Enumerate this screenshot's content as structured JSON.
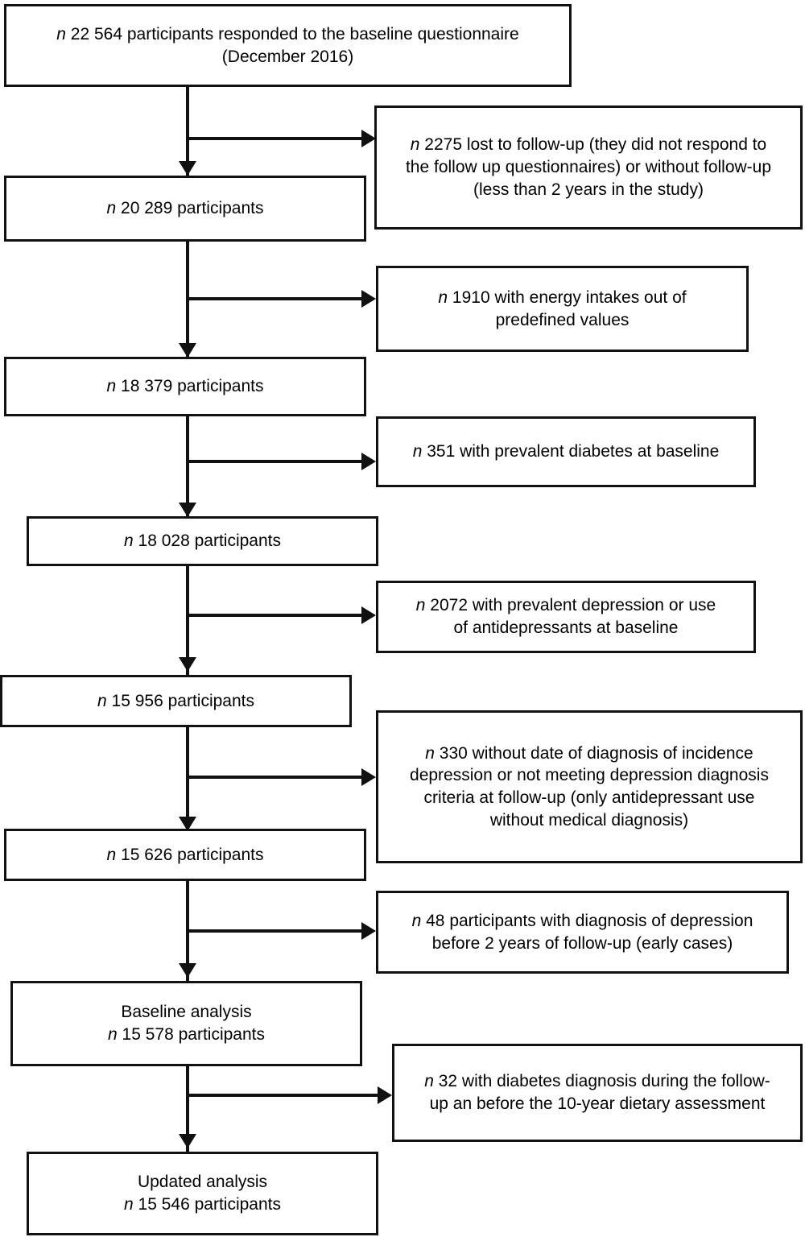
{
  "figure": {
    "type": "flowchart",
    "orientation": "vertical",
    "description": "Participant flow diagram (CONSORT-style) for a cohort study on diet, diabetes and depression",
    "line_color": "#111111",
    "background_color": "#ffffff"
  },
  "flow_boxes": [
    {
      "id": "baseline-respondents",
      "line1": "n 22 564 participants responded to the baseline questionnaire",
      "line2": "(December 2016)",
      "n": 22564
    },
    {
      "id": "after-loss-to-followup",
      "line1": "n 20 289 participants",
      "n": 20289
    },
    {
      "id": "after-energy-exclusion",
      "line1": "n 18 379 participants",
      "n": 18379
    },
    {
      "id": "after-diabetes-exclusion",
      "line1": "n 18 028 participants",
      "n": 18028
    },
    {
      "id": "after-depression-exclusion",
      "line1": "n 15 956 participants",
      "n": 15956
    },
    {
      "id": "after-nodate-exclusion",
      "line1": "n 15 626 participants",
      "n": 15626
    },
    {
      "id": "baseline-analysis",
      "line1": "Baseline analysis",
      "line2": "n 15 578 participants",
      "n": 15578
    },
    {
      "id": "updated-analysis",
      "line1": "Updated analysis",
      "line2": "n 15 546 participants",
      "n": 15546
    }
  ],
  "exclusion_boxes": [
    {
      "id": "lost-to-followup",
      "n": 2275,
      "text": "n 2275 lost to follow-up (they did not respond to\nthe follow up questionnaires) or without follow-up\n(less than 2 years in the study)"
    },
    {
      "id": "energy-intake-out-of-range",
      "n": 1910,
      "text": "n 1910 with energy intakes out of\npredefined values"
    },
    {
      "id": "prevalent-diabetes",
      "n": 351,
      "text": "n 351 with prevalent diabetes at baseline"
    },
    {
      "id": "prevalent-depression",
      "n": 2072,
      "text": "n 2072 with prevalent depression or use\nof antidepressants at baseline"
    },
    {
      "id": "no-diagnosis-date",
      "n": 330,
      "text": "n 330 without date of diagnosis of incidence\ndepression or not meeting depression diagnosis\ncriteria at follow-up (only antidepressant use\nwithout medical diagnosis)"
    },
    {
      "id": "early-cases",
      "n": 48,
      "text": "n 48 participants with diagnosis of depression\nbefore 2 years of follow-up (early cases)"
    },
    {
      "id": "diabetes-during-followup",
      "n": 32,
      "text": "n 32 with diabetes diagnosis during the follow-\nup an before the 10-year dietary assessment"
    }
  ]
}
